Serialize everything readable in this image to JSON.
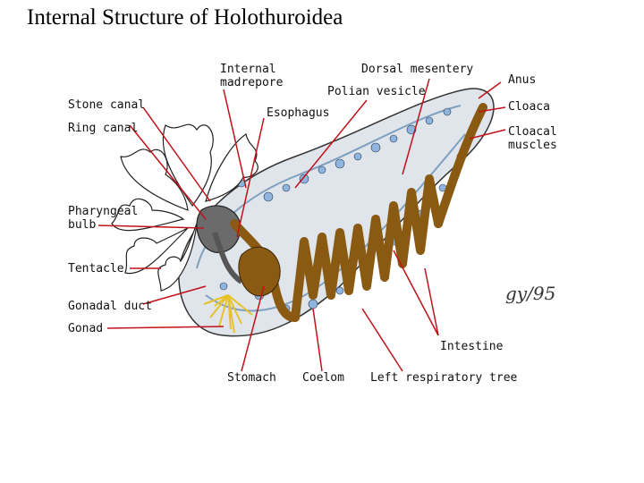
{
  "title": "Internal Structure of Holothuroidea",
  "labels": {
    "internal_madrepore": "Internal\nmadrepore",
    "dorsal_mesentery": "Dorsal mesentery",
    "anus": "Anus",
    "polian_vesicle": "Polian vesicle",
    "stone_canal": "Stone canal",
    "esophagus": "Esophagus",
    "cloaca": "Cloaca",
    "ring_canal": "Ring canal",
    "cloacal_muscles": "Cloacal\nmuscles",
    "pharyngeal_bulb": "Pharyngeal\nbulb",
    "tentacle": "Tentacle",
    "gonadal_duct": "Gonadal duct",
    "gonad": "Gonad",
    "intestine": "Intestine",
    "stomach": "Stomach",
    "coelom": "Coelom",
    "left_respiratory_tree": "Left respiratory tree"
  },
  "signature": "gy/95",
  "colors": {
    "leader_line": "#c0121a",
    "gut": "#8a5a12",
    "respiratory_tree": "#8fb4dd",
    "body_wall": "#dfe5ea",
    "gonad": "#e8c22a"
  }
}
